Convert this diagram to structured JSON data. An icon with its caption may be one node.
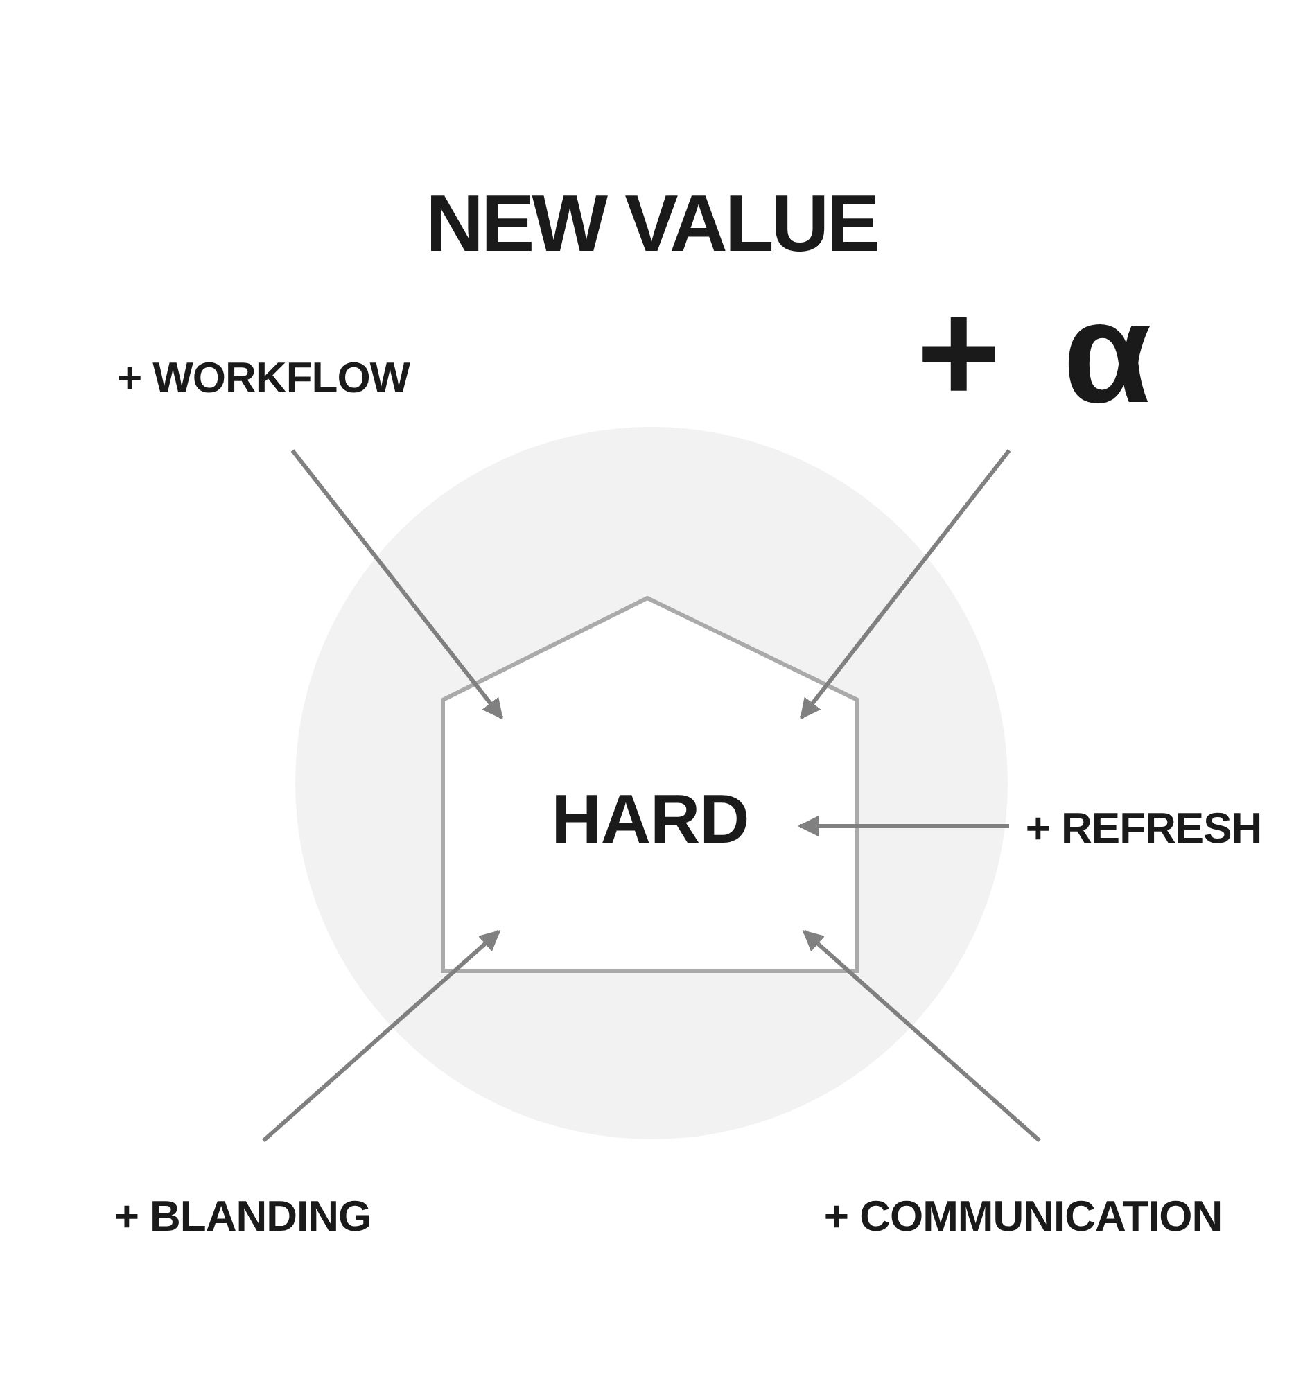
{
  "diagram": {
    "title": "NEW VALUE",
    "nodes": [
      {
        "text": [
          "+ WORKFLOW"
        ]
      },
      {
        "text": [
          "+ α"
        ]
      },
      {
        "text": [
          "HARD"
        ]
      },
      {
        "text": [
          "+ REFRESH"
        ]
      },
      {
        "text": [
          "+ BLANDING"
        ]
      },
      {
        "text": [
          "+ COMMUNICATION"
        ]
      }
    ],
    "edges": [
      {
        "from": 0,
        "to": 2,
        "arrow": "to"
      },
      {
        "from": 1,
        "to": 2,
        "arrow": "to"
      },
      {
        "from": 3,
        "to": 2,
        "arrow": "to"
      },
      {
        "from": 4,
        "to": 2,
        "arrow": "to"
      },
      {
        "from": 5,
        "to": 2,
        "arrow": "to"
      }
    ]
  }
}
